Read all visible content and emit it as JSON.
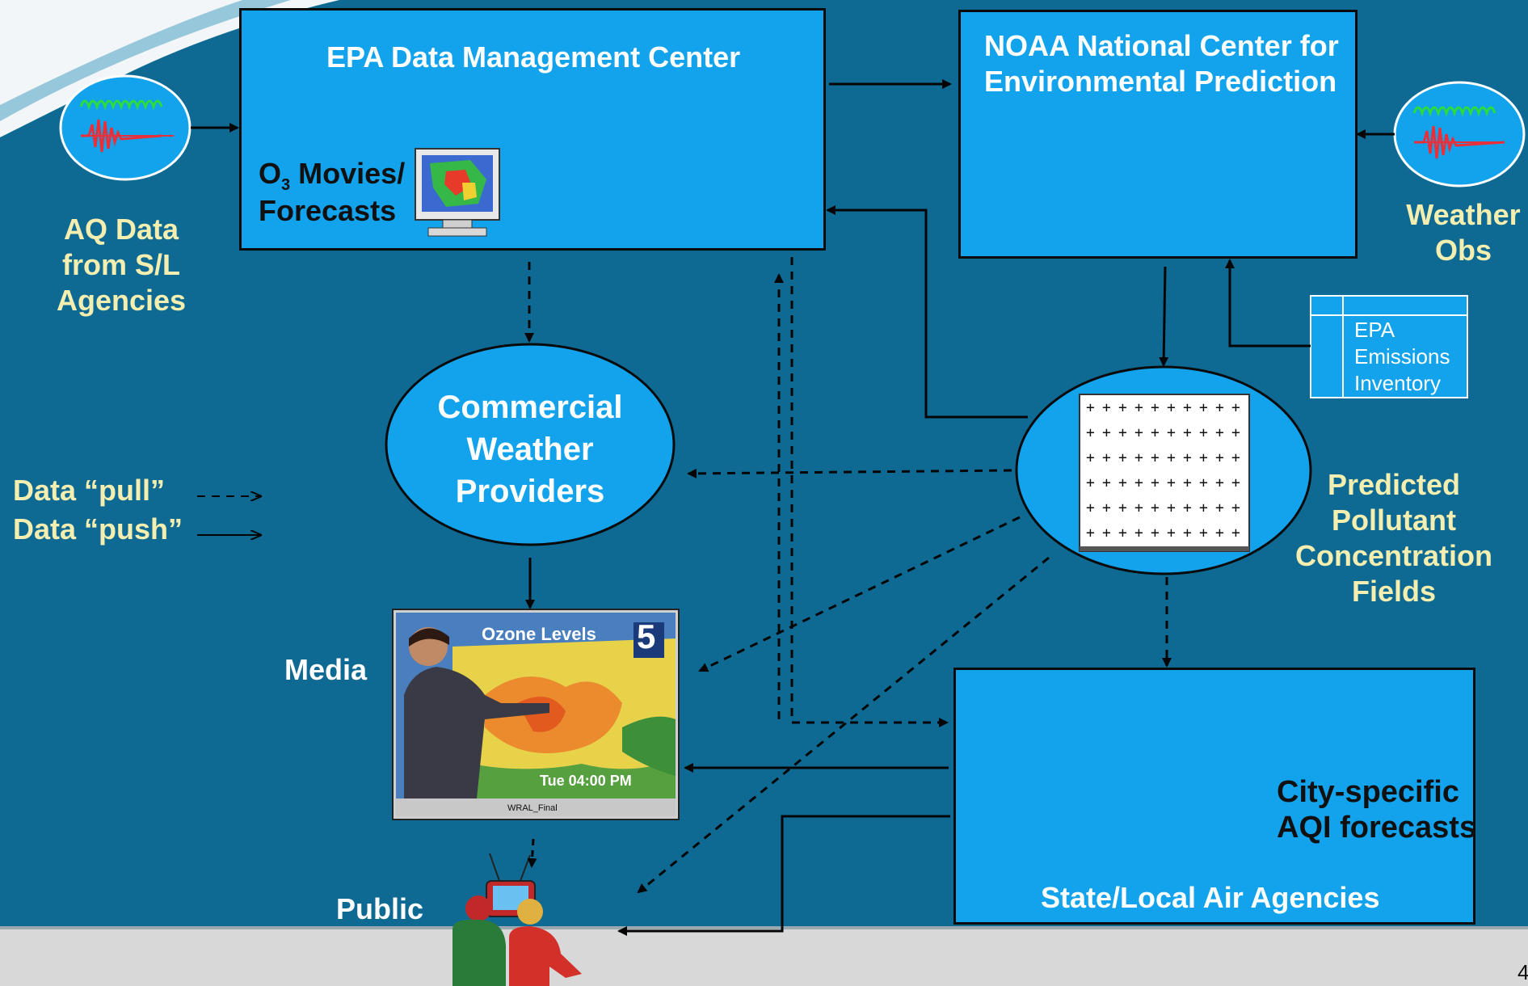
{
  "nodes": {
    "epa_dmc": {
      "title": "EPA Data Management Center",
      "o3_prefix": "O",
      "o3_sub": "3",
      "o3_text": " Movies/",
      "forecasts": "Forecasts"
    },
    "noaa": {
      "line1": "NOAA National Center for",
      "line2": "Environmental Prediction"
    },
    "aq_data": {
      "line1": "AQ Data",
      "line2": "from S/L",
      "line3": "Agencies"
    },
    "weather_obs": {
      "line1": "Weather",
      "line2": "Obs"
    },
    "emissions": {
      "line1": "EPA",
      "line2": "Emissions",
      "line3": "Inventory"
    },
    "commercial": {
      "line1": "Commercial",
      "line2": "Weather",
      "line3": "Providers"
    },
    "predicted": {
      "line1": "Predicted",
      "line2": "Pollutant",
      "line3": "Concentration",
      "line4": "Fields"
    },
    "media": {
      "label": "Media",
      "tv_title": "Ozone Levels",
      "tv_channel": "5",
      "tv_time": "Tue 04:00 PM",
      "tv_caption": "WRAL_Final"
    },
    "state_local": {
      "title": "State/Local Air Agencies",
      "line1": "City-specific",
      "line2": "AQI forecasts"
    },
    "public": {
      "label": "Public"
    }
  },
  "legend": {
    "pull": "Data “pull”",
    "push": "Data “push”"
  },
  "page_number": "4",
  "colors": {
    "background": "#0e6a92",
    "box": "#12a3ec",
    "label_yellow": "#f4efb0",
    "footer": "#d8d8d8"
  }
}
